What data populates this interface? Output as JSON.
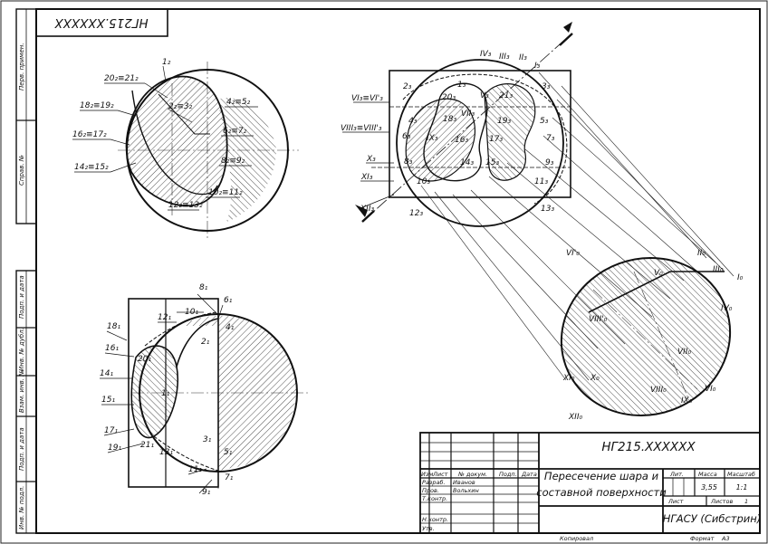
{
  "document": {
    "stamp_top": "НГ215.XXXXXX",
    "margin_labels": [
      "Перв. примен.",
      "Справ. №",
      "Подп. и дата",
      "Инв. № дубл.",
      "Взам. инв. №",
      "Подп. и дата",
      "Инв. № подл."
    ]
  },
  "title_block": {
    "code": "НГ215.XXXXXX",
    "title_line1": "Пересечение шара и",
    "title_line2": "составной поверхности",
    "org": "НГАСУ (Сибстрин)",
    "headers": {
      "izm": "Изм",
      "list": "Лист",
      "ndoc": "№ докум.",
      "podp": "Подп.",
      "data": "Дата"
    },
    "roles": {
      "razrab": "Разраб.",
      "prov": "Пров.",
      "tkontr": "Т.контр.",
      "nkontr": "Н.контр.",
      "utv": "Утв."
    },
    "names": {
      "razrab": "Иванов",
      "prov": "Вольхин"
    },
    "lit_label": "Лит.",
    "mass_label": "Масса",
    "scale_label": "Масштаб",
    "mass_value": "3,55",
    "scale_value": "1:1",
    "sheet_label": "Лист",
    "sheets_label": "Листов",
    "sheets_value": "1",
    "copied": "Копировал",
    "format": "Формат",
    "format_value": "А3"
  },
  "view_front": {
    "labels": [
      "1₂",
      "20₂≡21₂",
      "18₂≡19₂",
      "2₂≡3₂",
      "4₂≡5₂",
      "16₂≡17₂",
      "6₂≡7₂",
      "14₂≡15₂",
      "8₂≡9₂",
      "10₂≡11₂",
      "12₂≡13₂"
    ]
  },
  "view_top": {
    "labels": [
      "8₁",
      "6₁",
      "12₁",
      "10₁",
      "4₁",
      "18₁",
      "2₁",
      "16₁",
      "20₁",
      "14₁",
      "1₁",
      "15₁",
      "17₁",
      "19₁",
      "21₁",
      "13₁",
      "3₁",
      "5₁",
      "11₁",
      "7₁",
      "9₁"
    ]
  },
  "view_aux": {
    "labels": [
      "IV₃",
      "III₃",
      "II₃",
      "I₃",
      "2₃",
      "1₃",
      "3₃",
      "VI₃≡VI'₃",
      "20₃",
      "V₃",
      "21₃",
      "4₃",
      "VII₃",
      "18₃",
      "19₃",
      "5₃",
      "VIII₃≡VIII'₃",
      "6₃",
      "IX₃",
      "16₃",
      "17₃",
      "7₃",
      "X₃",
      "8₃",
      "14₃",
      "15₃",
      "9₃",
      "XI₃",
      "10₃",
      "11₃",
      "XII₃",
      "12₃",
      "13₃"
    ]
  },
  "view_section": {
    "labels": [
      "VI'₀",
      "II₀",
      "V₀",
      "III₀",
      "I₀",
      "IV₀",
      "VIII'₀",
      "VII₀",
      "XI₀",
      "X₀",
      "VIII₀",
      "VI₀",
      "IX₀",
      "XII₀"
    ]
  }
}
